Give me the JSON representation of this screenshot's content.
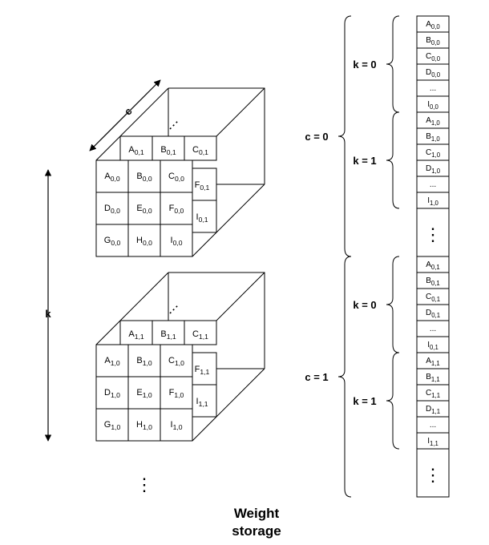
{
  "caption": [
    "Weight",
    "storage"
  ],
  "k_axis_label": "k",
  "c_axis_label": "c",
  "cube_ellipsis": "⋮",
  "filters": [
    {
      "front_cells": [
        [
          "A",
          "0,0"
        ],
        [
          "B",
          "0,0"
        ],
        [
          "C",
          "0,0"
        ],
        [
          "D",
          "0,0"
        ],
        [
          "E",
          "0,0"
        ],
        [
          "F",
          "0,0"
        ],
        [
          "G",
          "0,0"
        ],
        [
          "H",
          "0,0"
        ],
        [
          "I",
          "0,0"
        ]
      ],
      "back_top": [
        [
          "A",
          "0,1"
        ],
        [
          "B",
          "0,1"
        ],
        [
          "C",
          "0,1"
        ]
      ],
      "back_side": [
        [
          "F",
          "0,1"
        ],
        [
          "I",
          "0,1"
        ]
      ]
    },
    {
      "front_cells": [
        [
          "A",
          "1,0"
        ],
        [
          "B",
          "1,0"
        ],
        [
          "C",
          "1,0"
        ],
        [
          "D",
          "1,0"
        ],
        [
          "E",
          "1,0"
        ],
        [
          "F",
          "1,0"
        ],
        [
          "G",
          "1,0"
        ],
        [
          "H",
          "1,0"
        ],
        [
          "I",
          "1,0"
        ]
      ],
      "back_top": [
        [
          "A",
          "1,1"
        ],
        [
          "B",
          "1,1"
        ],
        [
          "C",
          "1,1"
        ]
      ],
      "back_side": [
        [
          "F",
          "1,1"
        ],
        [
          "I",
          "1,1"
        ]
      ]
    }
  ],
  "storage_groups": [
    {
      "c_label": "c = 0",
      "k_groups": [
        {
          "label": "k = 0",
          "cells": [
            [
              "A",
              "0,0"
            ],
            [
              "B",
              "0,0"
            ],
            [
              "C",
              "0,0"
            ],
            [
              "D",
              "0,0"
            ],
            [
              "...",
              ""
            ],
            [
              "I",
              "0,0"
            ]
          ]
        },
        {
          "label": "k = 1",
          "cells": [
            [
              "A",
              "1,0"
            ],
            [
              "B",
              "1,0"
            ],
            [
              "C",
              "1,0"
            ],
            [
              "D",
              "1,0"
            ],
            [
              "...",
              ""
            ],
            [
              "I",
              "1,0"
            ]
          ]
        }
      ],
      "tail": "⋮"
    },
    {
      "c_label": "c = 1",
      "k_groups": [
        {
          "label": "k = 0",
          "cells": [
            [
              "A",
              "0,1"
            ],
            [
              "B",
              "0,1"
            ],
            [
              "C",
              "0,1"
            ],
            [
              "D",
              "0,1"
            ],
            [
              "...",
              ""
            ],
            [
              "I",
              "0,1"
            ]
          ]
        },
        {
          "label": "k = 1",
          "cells": [
            [
              "A",
              "1,1"
            ],
            [
              "B",
              "1,1"
            ],
            [
              "C",
              "1,1"
            ],
            [
              "D",
              "1,1"
            ],
            [
              "...",
              ""
            ],
            [
              "I",
              "1,1"
            ]
          ]
        }
      ],
      "tail": "⋮"
    }
  ]
}
